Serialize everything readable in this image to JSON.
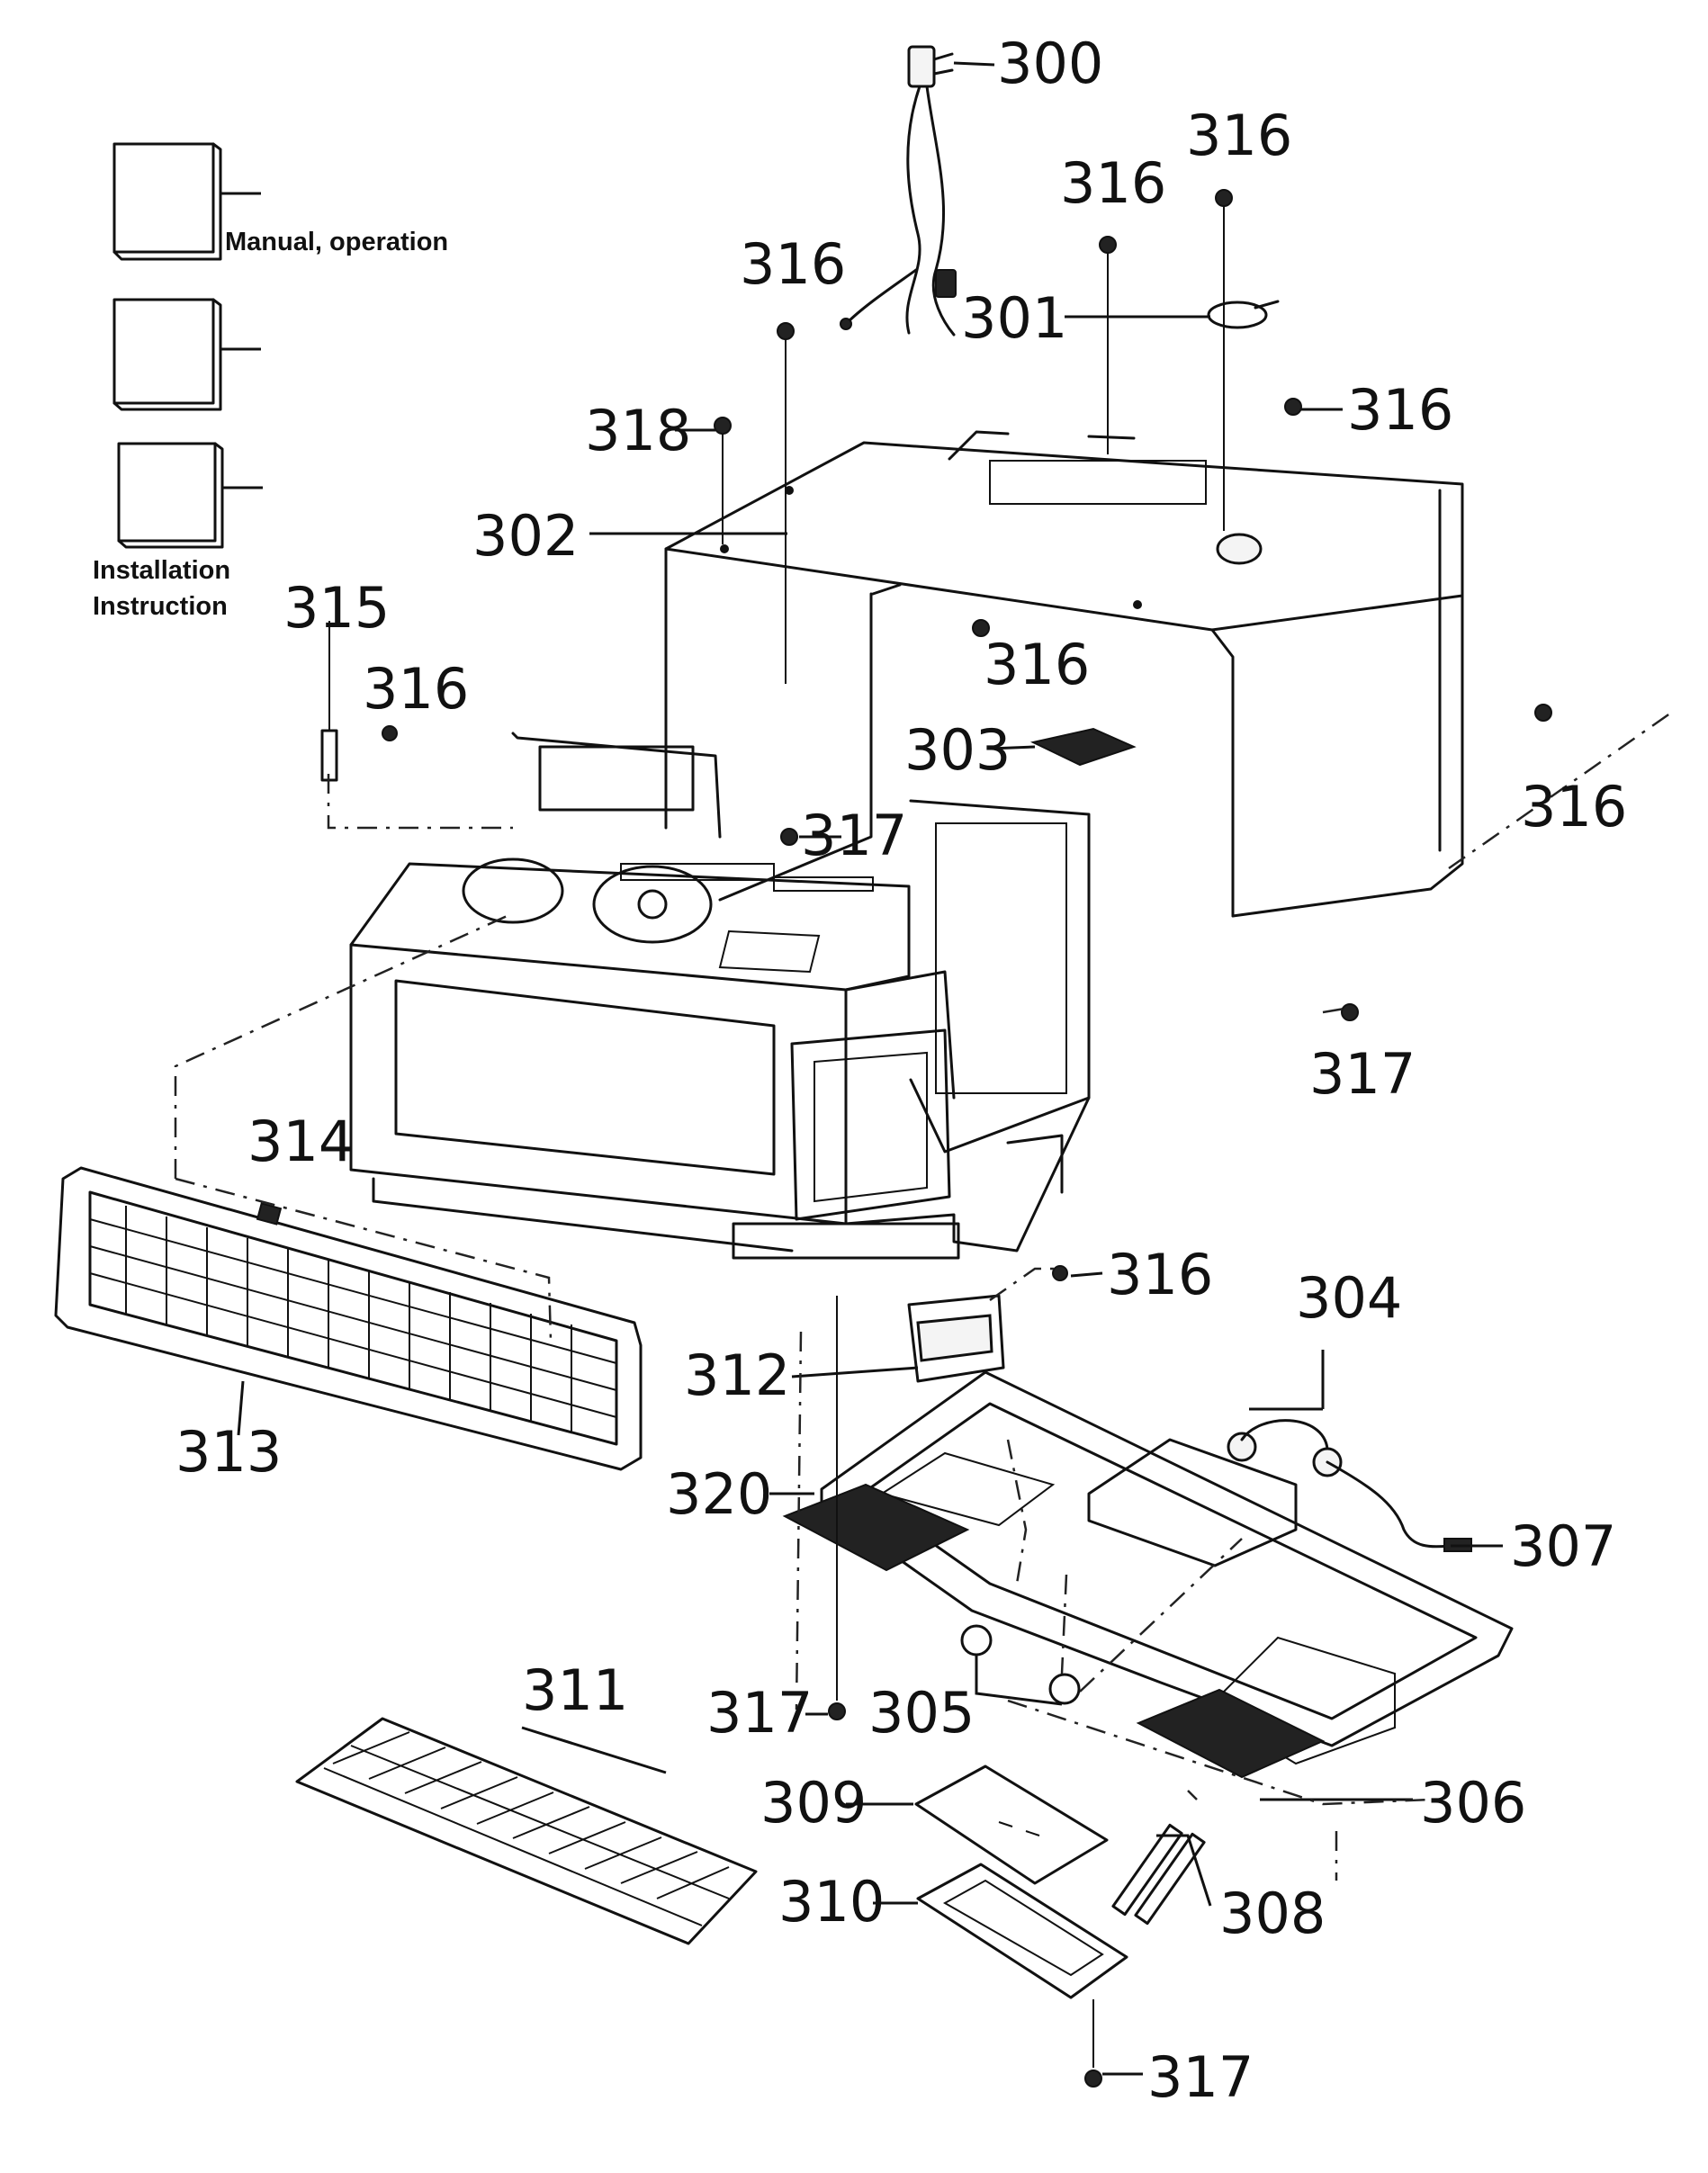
{
  "documents": {
    "manual_label": "Manual, operation",
    "install_label_line1": "Installation",
    "install_label_line2": "Instruction"
  },
  "callouts": {
    "c300": "300",
    "c301": "301",
    "c302": "302",
    "c303": "303",
    "c304": "304",
    "c305": "305",
    "c306": "306",
    "c307": "307",
    "c308": "308",
    "c309": "309",
    "c310": "310",
    "c311": "311",
    "c312": "312",
    "c313": "313",
    "c314": "314",
    "c315": "315",
    "c316": "316",
    "c317": "317",
    "c318": "318",
    "c320": "320"
  }
}
